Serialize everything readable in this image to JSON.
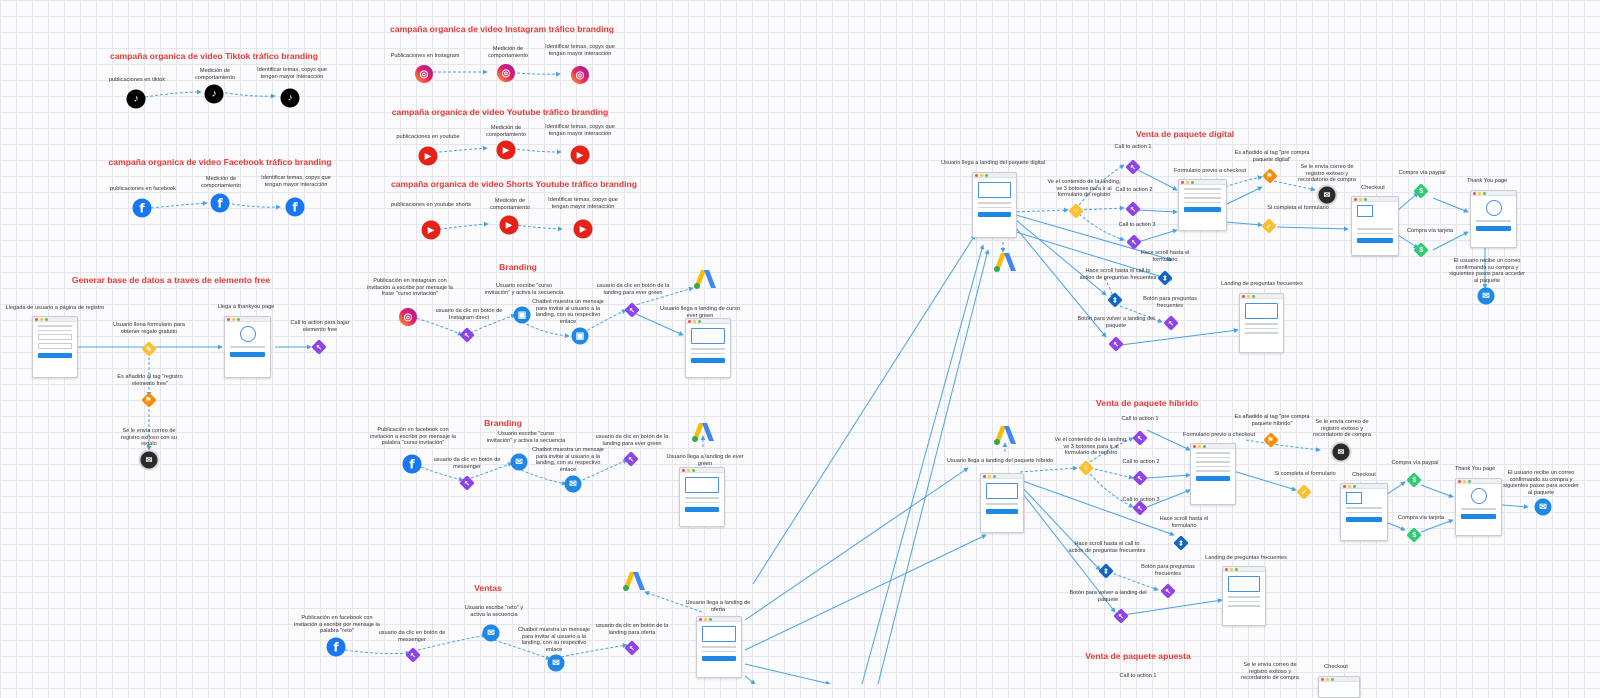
{
  "colors": {
    "title": "#e53935",
    "purple": "#8e44e6",
    "yellow": "#fbc02d",
    "orange": "#fb8c00",
    "green": "#2ecc71",
    "navy": "#1565c0",
    "link": "#4aa3df"
  },
  "sections": {
    "tiktok": {
      "title": "campaña organica de video Tiktok tráfico branding",
      "n1": "publicaciones en tiktok",
      "n2": "Medición de comportamiento",
      "n3": "Identificar temas, copys que tengan mayor interacción"
    },
    "instagram": {
      "title": "campaña organica de video Instagram tráfico branding",
      "n1": "Publicaciones en Instagram",
      "n2": "Medición de comportamiento",
      "n3": "Identificar temas, copys que tengan mayor interacción"
    },
    "youtube": {
      "title": "campaña organica de video Youtube tráfico branding",
      "n1": "publicaciones en youtube",
      "n2": "Medición de comportamiento",
      "n3": "Identificar temas, copys que tengan mayor interacción"
    },
    "facebook": {
      "title": "campaña organica de video Facebook tráfico branding",
      "n1": "publicaciones en facebook",
      "n2": "Medición de comportamiento",
      "n3": "Identificar temas, copys que tengan mayor interacción"
    },
    "shorts": {
      "title": "campaña organica de video Shorts Youtube tráfico branding",
      "n1": "publicaciones en youtube shorts",
      "n2": "Medición de comportamiento",
      "n3": "Identificar temas, copys que tengan mayor interacción"
    },
    "freebie": {
      "title": "Generar base de datos a traves de elemento free",
      "n1": "Llegada de usuario a página de registro",
      "n2": "Usuario llena formulario para obtener regalo gratuito",
      "n3": "Llega a thankyou page",
      "n4": "Call to action para bajar elemento free",
      "n5": "Es añadido al tag \"registro elemento free\"",
      "n6": "Se le envía correo de registro exitoso con su regalo"
    },
    "branding1": {
      "title": "Branding",
      "n1": "Publicación en Instagram con invitación a escribir por mensaje la frase \"curso invitación\"",
      "n2": "usuario da clic en botón de Instagram direct",
      "n3": "Usuario escribe \"curso invitación\" y activa la secuencia",
      "n4": "Chatbot muestra un mensaje para invitar al usuario a la landing, con su respectivo enlace",
      "n5": "usuario da clic en botón de la landing para ever green",
      "n6": "Usuario llega a landing de curso ever green"
    },
    "branding2": {
      "title": "Branding",
      "n1": "Publicación en facebook con invitación a escribir por mensaje la palabra \"curso invitación\"",
      "n2": "usuario da clic en botón de messenger",
      "n3": "Usuario escribe \"curso invitación\" y activa la secuencia",
      "n4": "Chatbot muestra un mensaje para invitar al usuario a la landing, con su respectivo enlace",
      "n5": "usuario da clic en botón de la landing para ever green",
      "n6": "Usuario llega a landing de ever green"
    },
    "ventas": {
      "title": "Ventas",
      "n1": "Publicación en facebook con invitación a escribir por mensaje la palabra \"reto\"",
      "n2": "usuario da clic en botón de messenger",
      "n3": "Usuario escribe \"reto\" y activa la secuencia",
      "n4": "Chatbot muestra un mensaje para invitar al usuario a la landing, con su respectivo enlace",
      "n5": "usuario da clic en botón de la landing para oferta",
      "n6": "Usuario llega a landing de oferta"
    },
    "digital": {
      "title": "Venta de paquete digital",
      "landing": "Usuario llega a landing del paquete digital",
      "content": "Ve el contenido de la landing, ve 3 botones para ir al formulario de registro",
      "cta1": "Call to action 1",
      "cta2": "Call to action 2",
      "cta3": "Call to action 3",
      "form": "Formulario previo a checkout",
      "tag": "Es añadido al tag \"pre compra paquete digital\"",
      "email": "Se le envía correo de registro exitoso y recordatorio de compra",
      "complete": "Si completa el formulario",
      "checkout": "Checkout",
      "paypal": "Compra vía paypal",
      "card": "Compra vía tarjeta",
      "thanks": "Thank You page",
      "confirm": "El usuario recibe un correo confirmando su compra y siguientes pasos para acceder al paquete",
      "scrollform": "Hace scroll hasta el formulario",
      "scrollfaq": "Hace scroll hasta el call to action de preguntas frecuentes",
      "faqbtn": "Botón para preguntas frecuentes",
      "faqpage": "Landing de preguntas frecuentes",
      "back": "Botón para volver a landing del paquete"
    },
    "hibrido": {
      "title": "Venta de paquete híbrido",
      "landing": "Usuario llega a landing del paquete híbrido",
      "content": "Ve el contenido de la landing, ve 3 botones para ir al formulario de registro",
      "cta1": "Call to action 1",
      "cta2": "Call to action 2",
      "cta3": "Call to action 3",
      "form": "Formulario previo a checkout",
      "tag": "Es añadido al tag \"pre compra paquete híbrido\"",
      "email": "Se le envía correo de registro exitoso y recordatorio de compra",
      "complete": "Si completa el formulario",
      "checkout": "Checkout",
      "paypal": "Compra vía paypal",
      "card": "Compra vía tarjeta",
      "thanks": "Thank You page",
      "confirm": "El usuario recibe un correo confirmando su compra y siguientes pasos para acceder al paquete",
      "scrollform": "Hace scroll hasta el formulario",
      "scrollfaq": "Hace scroll hasta el call to action de preguntas frecuentes",
      "faqbtn": "Botón para preguntas frecuentes",
      "faqpage": "Landing de preguntas frecuentes",
      "back": "Botón para volver a landing del paquete"
    },
    "apuesta": {
      "title": "Venta de paquete apuesta",
      "cta1": "Call to action 1",
      "email": "Se le envía correo de registro exitoso y recordatorio de compra",
      "checkout": "Checkout"
    }
  }
}
